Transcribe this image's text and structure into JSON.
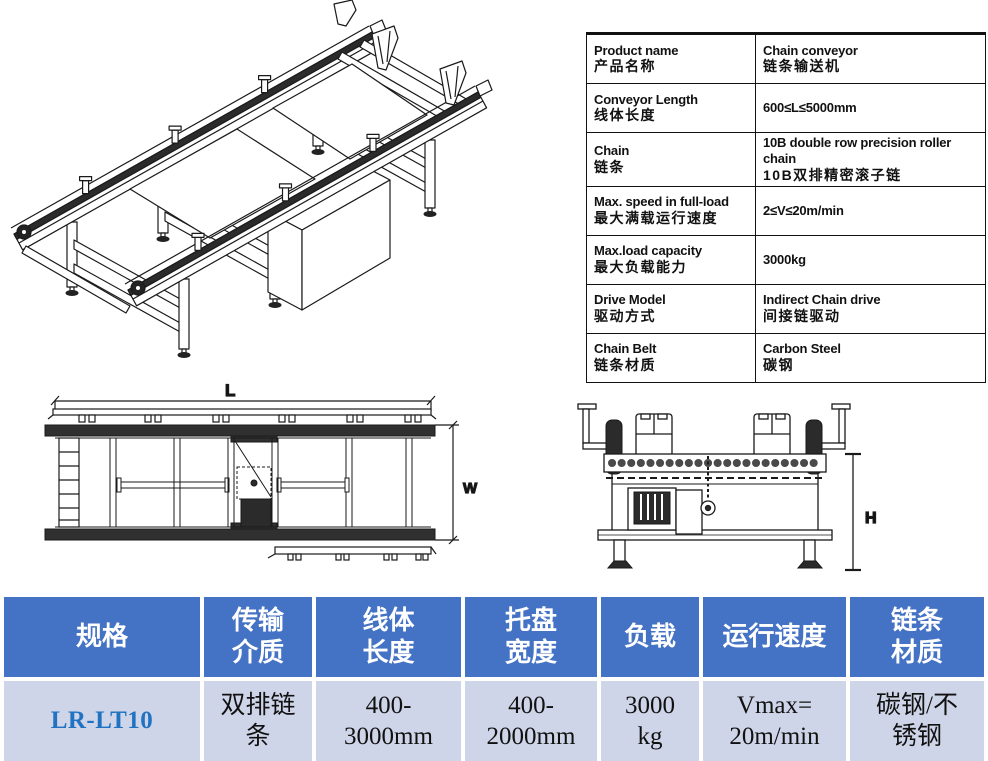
{
  "spec_table": {
    "rows": [
      {
        "en": "Product name",
        "zh": "产品名称",
        "value": "Chain conveyor",
        "value_zh": "链条输送机"
      },
      {
        "en": "Conveyor Length",
        "zh": "线体长度",
        "value": "600≤L≤5000mm",
        "value_zh": ""
      },
      {
        "en": "Chain",
        "zh": "链条",
        "value": "10B double row precision roller chain",
        "value_zh": "10B双排精密滚子链"
      },
      {
        "en": "Max. speed in full-load",
        "zh": "最大满载运行速度",
        "value": "2≤V≤20m/min",
        "value_zh": ""
      },
      {
        "en": "Max.load capacity",
        "zh": "最大负载能力",
        "value": "3000kg",
        "value_zh": ""
      },
      {
        "en": "Drive Model",
        "zh": "驱动方式",
        "value": "Indirect Chain drive",
        "value_zh": "间接链驱动"
      },
      {
        "en": "Chain Belt",
        "zh": "链条材质",
        "value": "Carbon Steel",
        "value_zh": "碳钢"
      }
    ]
  },
  "dimensions": {
    "length": "L",
    "width": "W",
    "height": "H"
  },
  "model_table": {
    "headers": [
      "规格",
      "传输\n介质",
      "线体\n长度",
      "托盘\n宽度",
      "负载",
      "运行速度",
      "链条\n材质"
    ],
    "row": [
      "LR-LT10",
      "双排链\n条",
      "400-\n3000mm",
      "400-\n2000mm",
      "3000\nkg",
      "Vmax=\n20m/min",
      "碳钢/不\n锈钢"
    ],
    "colors": {
      "header_bg": "#4472C4",
      "row_bg": "#CFD5E8",
      "model_text": "#2173C2"
    }
  }
}
